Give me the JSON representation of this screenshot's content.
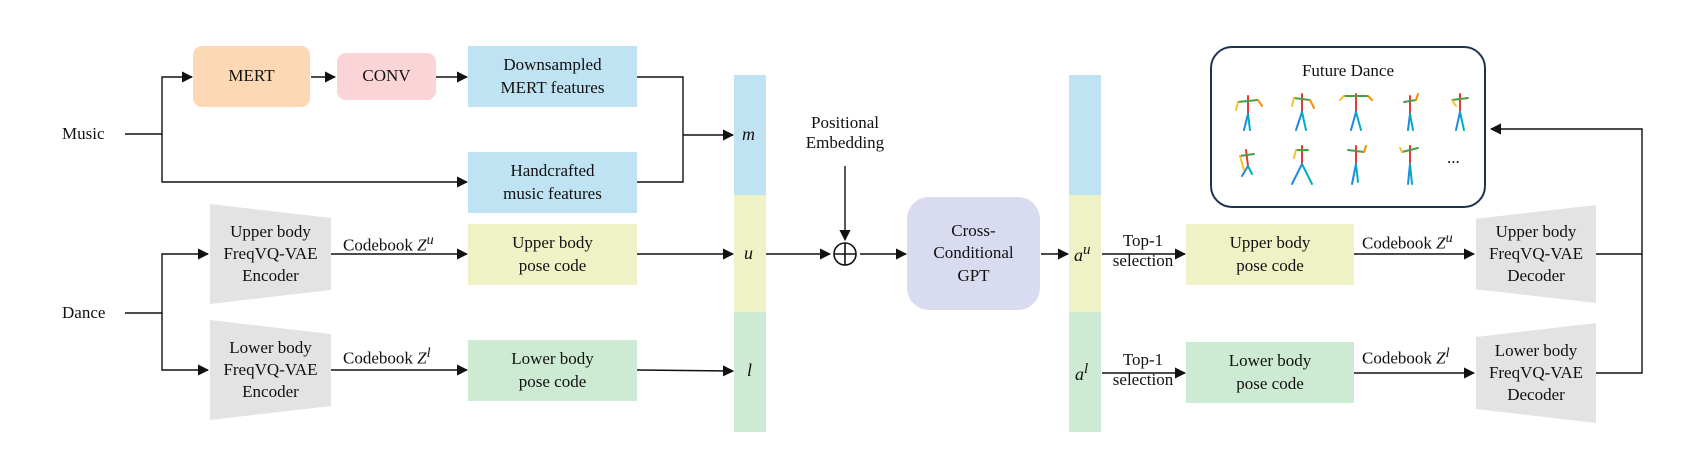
{
  "inputs": {
    "music": "Music",
    "dance": "Dance"
  },
  "blocks": {
    "mert": "MERT",
    "conv": "CONV",
    "downsampled": "Downsampled\nMERT features",
    "handcrafted": "Handcrafted\nmusic features",
    "upper_encoder": "Upper body\nFreqVQ-VAE\nEncoder",
    "lower_encoder": "Lower body\nFreqVQ-VAE\nEncoder",
    "upper_pose_in": "Upper body\npose code",
    "lower_pose_in": "Lower body\npose code",
    "gpt": "Cross-\nConditional\nGPT",
    "upper_pose_out": "Upper body\npose code",
    "lower_pose_out": "Lower body\npose code",
    "upper_decoder": "Upper body\nFreqVQ-VAE\nDecoder",
    "lower_decoder": "Lower body\nFreqVQ-VAE\nDecoder",
    "future_dance": "Future Dance",
    "ellipsis": "..."
  },
  "labels": {
    "positional_embedding": "Positional\nEmbedding",
    "codebook": "Codebook",
    "z": "Z",
    "sup_u": "u",
    "sup_l": "l",
    "top1": "Top-1\nselection",
    "tok_m": "m",
    "tok_u": "u",
    "tok_l": "l",
    "tok_a": "a"
  },
  "colors": {
    "mert": "#fcd9b4",
    "conv": "#fad4d6",
    "music_feature": "#bfe3f2",
    "upper_pose": "#eff2c4",
    "lower_pose": "#cdebd2",
    "gpt": "#d9dcf0",
    "codec": "#e3e3e3",
    "panel_border": "#1f3350"
  },
  "icons": [
    "skeleton-figure-icon",
    "oplus-icon",
    "arrow-icon"
  ]
}
